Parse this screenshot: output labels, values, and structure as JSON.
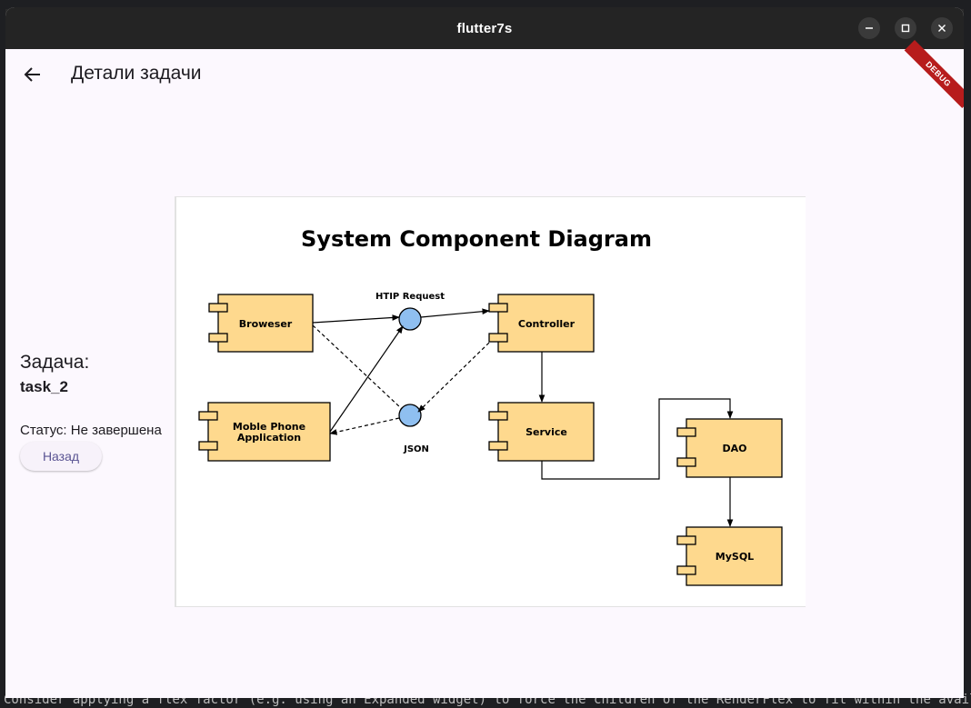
{
  "window": {
    "title": "flutter7s",
    "minimize_icon": "minimize-icon",
    "maximize_icon": "maximize-icon",
    "close_icon": "close-icon"
  },
  "appbar": {
    "title": "Детали задачи",
    "back_icon": "arrow-back-icon",
    "debug_banner": "DEBUG"
  },
  "task": {
    "label": "Задача:",
    "id": "task_2",
    "status": "Статус: Не завершена",
    "back_button": "Назад"
  },
  "diagram": {
    "title": "System Component Diagram",
    "components": {
      "browser": "Broweser",
      "mobile_line1": "Moble Phone",
      "mobile_line2": "Application",
      "controller": "Controller",
      "service": "Service",
      "dao": "DAO",
      "mysql": "MySQL"
    },
    "interfaces": {
      "http": "HTIP Request",
      "json": "JSON"
    },
    "colors": {
      "component_fill": "#fed98e",
      "interface_fill": "#8fbff0",
      "stroke": "#000000"
    }
  },
  "editor_bottom": "Consider applying a flex factor (e.g. using an Expanded widget) to force the children of the RenderFlex to fit within the available s"
}
